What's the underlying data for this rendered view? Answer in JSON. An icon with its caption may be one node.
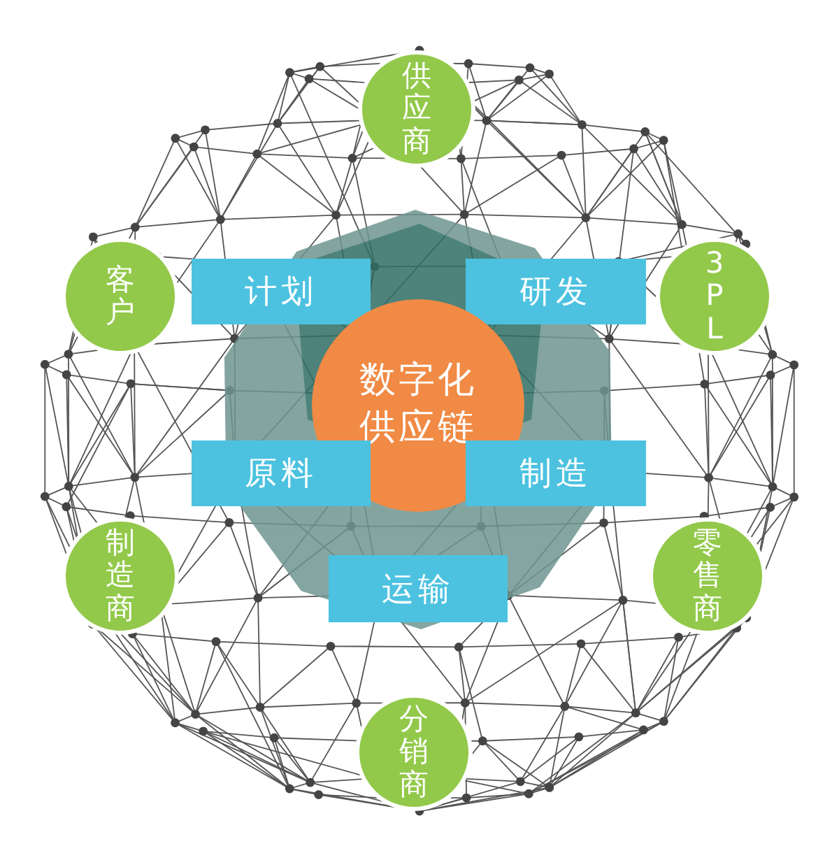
{
  "diagram": {
    "nodes": [
      {
        "text": [
          "供应商"
        ]
      },
      {
        "text": [
          "客户"
        ]
      },
      {
        "text": [
          "计划"
        ]
      },
      {
        "text": [
          "研发"
        ]
      },
      {
        "text": [
          "3PL"
        ]
      },
      {
        "text": [
          "数字化供应链"
        ]
      },
      {
        "text": [
          "原料"
        ]
      },
      {
        "text": [
          "制造"
        ]
      },
      {
        "text": [
          "制造商"
        ]
      },
      {
        "text": [
          "零售商"
        ]
      },
      {
        "text": [
          "运输"
        ]
      },
      {
        "text": [
          "分销商"
        ]
      }
    ]
  }
}
